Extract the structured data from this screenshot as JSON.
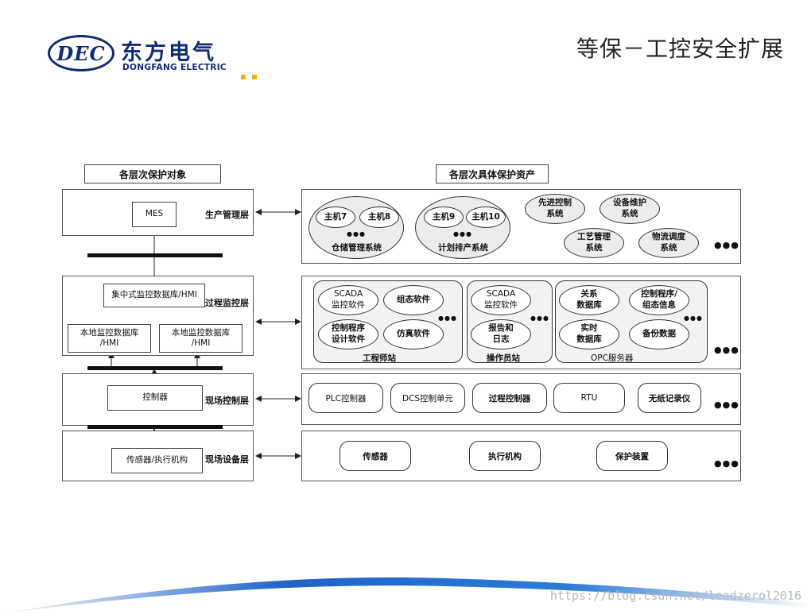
{
  "header": {
    "logo_mark": "DEC",
    "logo_cn": "东方电气",
    "logo_en": "DONGFANG ELECTRIC",
    "title": "等保－工控安全扩展"
  },
  "diagram": {
    "left_header": "各层次保护对象",
    "right_header": "各层次具体保护资产",
    "layers": {
      "production": "生产管理层",
      "process": "过程监控层",
      "field_control": "现场控制层",
      "field_device": "现场设备层"
    },
    "left": {
      "mes": "MES",
      "central_db": "集中式监控数据库/HMI",
      "local_db_1": "本地监控数据库\n/HMI",
      "local_db_2": "本地监控数据库\n/HMI",
      "controller": "控制器",
      "sensor_actuator": "传感器/执行机构"
    },
    "production_assets": {
      "host7": "主机7",
      "host8": "主机8",
      "host9": "主机9",
      "host10": "主机10",
      "group_dots": "●●●",
      "warehouse": "仓储管理系统",
      "plan": "计划排产系统",
      "adv_control": "先进控制\n系统",
      "maintenance": "设备维护\n系统",
      "process_mgmt": "工艺管理\n系统",
      "logistics": "物流调度\n系统",
      "more": "●●●"
    },
    "process_assets": {
      "eng_scada": "SCADA\n监控软件",
      "config_sw": "组态软件",
      "ctrl_design": "控制程序\n设计软件",
      "sim_sw": "仿真软件",
      "eng_label": "工程师站",
      "op_scada": "SCADA\n监控软件",
      "alarm_log": "报告和\n日志",
      "op_label": "操作员站",
      "relational_db": "关系\n数据库",
      "ctrl_program": "控制程序/\n组态信息",
      "realtime_db": "实时\n数据库",
      "backup": "备份数据",
      "opc_label": "OPC服务器",
      "dots_small": "●●●",
      "more": "●●●"
    },
    "control_assets": {
      "plc": "PLC控制器",
      "dcs": "DCS控制单元",
      "process_ctrl": "过程控制器",
      "rtu": "RTU",
      "recorder": "无纸记录仪",
      "more": "●●●"
    },
    "device_assets": {
      "sensor": "传感器",
      "actuator": "执行机构",
      "protection": "保护装置",
      "more": "●●●"
    }
  },
  "watermark": "https://blog.csdn.net/leadzerol2016"
}
